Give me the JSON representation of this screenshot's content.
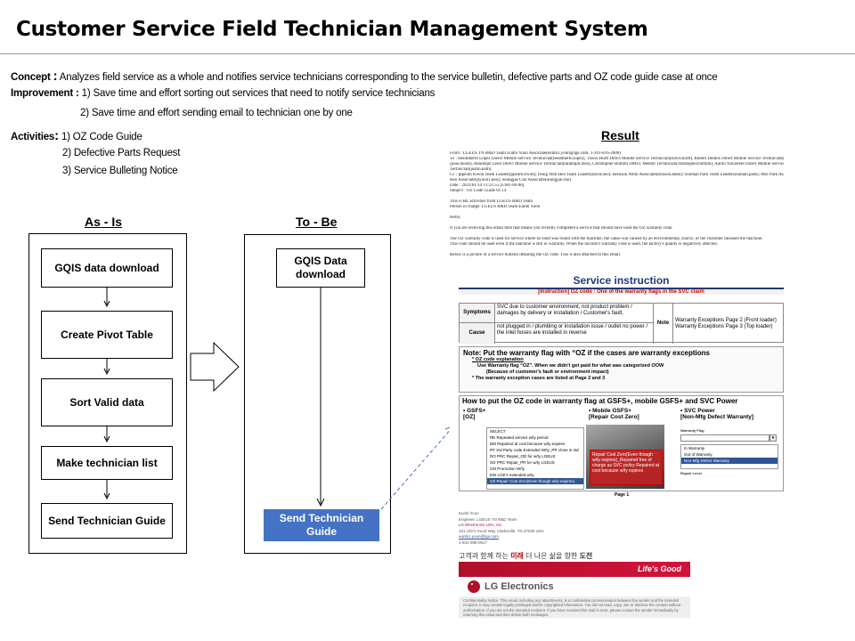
{
  "title": "Customer Service Field Technician Management System",
  "concept": {
    "label": "Concept",
    "colon": ":",
    "text": "Analyzes field service as a whole and notifies  service technicians  corresponding to the service bulletin,  defective  parts  and OZ code guide case at once"
  },
  "improvement": {
    "label": "Improvement",
    "colon": ":",
    "items": [
      "1) Save time  and effort  sorting out services  that  need to notify  service technicians",
      "2) Save time  and effort  sending email to technician  one by one"
    ]
  },
  "activities": {
    "label": "Activities",
    "colon": ":",
    "items": [
      "1) OZ Code Guide",
      "2) Defective  Parts Request",
      "3) Service Bulleting  Notice"
    ]
  },
  "as_is": {
    "heading": "As - Is",
    "steps": [
      "GQIS data download",
      "Create Pivot Table",
      "Sort Valid data",
      "Make technician list",
      "Send Technician  Guide"
    ]
  },
  "to_be": {
    "heading": "To - Be",
    "start": "GQIS Data download",
    "end": "Send Technician  Guide"
  },
  "result": {
    "heading": "Result",
    "email_lines": [
      "From : LGEUS TN R&D Team Eunbi Yoon Associate(eunbi1.yoon@lge.com, 1-201-816-2000)",
      "To : Heidilberto Lopez Direct Mobile Service Technician(heidilberto.lopez), Travis Hurtt Direct Mobile Service Technician(travis.hurtt), Robert Dedick Direct Mobile Service Technician(robert.dedick), Juan Duran Direct Mobile Service Technician",
      "(juan.duran), Randolph Leon Direct Mobile Service Technician(randolph.leon), Christopher Bottum DMST Mentor Technician(christopher.bottum), Aaron Navarrete Direct Mobile Service Technician(aaron.navarrete), Justin Koth Direct Mobile Service",
      "Technician(justin.koth)",
      "Cc : Ippeum Kwon Team Leader(ippeum.kwon); Dong Won Heo Team Leader(david.heo); Renison Abdo Associate(renison.abdo); Sooman Park Team Leader(sooman.park); Min Park Associate(min1.park); Russell Wilson Analyst(russell.wilson); Jiyoon",
      "Heo Associate(jiyoon1.heo); Seungjae Cho Associate(seungjae.cho)",
      "Date : 2022/01/14 13:21:55 [GMT-06:00]",
      "Subject : OZ Code Guide 01.14"
    ],
    "body_lines": [
      "This is RE activities from LGEUS R&D Team",
      "Person in charge: LGEUS R&D Team Eunbi Yoon",
      "Hello,",
      "If you are receiving this email then that means you recently completed a service that should have used the OZ warranty code.",
      "The OZ warranty code is used for service where no fault was found with the machine, the cause was caused by an environmental, source, or the customer misused the machine.",
      "This code should be used even if the machine is still in warranty. When the incorrect warranty code is used, the factory's quality is negatively affected.",
      "Below is a picture of a service bulletin detailing the OZ code. This is also attached to this email."
    ],
    "service_instruction": "Service instruction",
    "instruction_sub": "[Instruction] OZ code : One of the warranty flags in the SVC claim",
    "symptoms_label": "Symptoms",
    "symptoms_text": "SVC due to customer environment, not product problem / damages by delivery or installation / Customer's fault,",
    "cause_label": "Cause",
    "cause_text": "not plugged in / plumbing or installation issue / outlet no power / the inlet hoses are installed in reverse",
    "note_label": "Note",
    "note_text": "Warranty Exceptions Page 2 (Front loader) Warranty Exceptions Page 3 (Top loader)",
    "note_heading": "Note:  Put the warranty flag with “OZ if the cases are warranty exceptions",
    "note_lines": [
      "* OZ code explanation",
      "Use Warranty flag “OZ”. When we didn't get paid for what was categorized OOW",
      "(Because of customer's fault or environment impact)",
      "* The warranty exception cases are listed at Page 2 and 3"
    ],
    "howto_heading": "How to put the OZ code in warranty flag at GSFS+, mobile GSFS+ and SVC Power",
    "col1": [
      "• GSFS+",
      "[OZ]"
    ],
    "col2": [
      "• Mobile GSFS+",
      "[Repair Cost Zero]"
    ],
    "col3": [
      "• SVC Power",
      "[Non-Mfg Defect Warranty]"
    ],
    "warranty_flag_label": "Warranty Flag",
    "dropdown_options": [
      "In Warranty",
      "Out of Warranty",
      "Non-Mfg Defect Warranty"
    ],
    "repair_level_label": "Repair Level",
    "gsfs_options": [
      "SELECT",
      "RE  Repeated service w/ty period",
      "DM  Repaired at cost because w/ty expires",
      "RT  3rd Party code Extended W/ty_PR clone in std",
      "RO  PRC Repair_OD for w/ty LGEUS",
      "SO  PRC Repair_PR for w/ty LGEUS",
      "CM  Promotion W/ty",
      "EW  LGE's extended w/ty",
      "OZ  Repair Cost Zero(Even though w/ty expires)"
    ],
    "callout_text": "Repair Cost Zero(Even though w/ty expires)_Repaired free of charge as SVC policy Repaired at cost because w/ty expires",
    "page_label": "Page 1",
    "signature_lines": [
      "Eunbi Yoon",
      "Engineer, LGEUS TN R&D Team",
      "LG Electronics USA, Inc.",
      "101 Life's Good Way Clarksville, TN 37040 USA",
      "eunbi1.yoon@lge.com",
      "1-931-998-0617"
    ],
    "korean_pre": "고객과 함께 하는 ",
    "korean_mid": "미래",
    "korean_post": " 더 나은 삶을 향한 ",
    "korean_end": "도전",
    "slogan": "Life's Good",
    "brand": "LG Electronics",
    "confidentiality": "Confidentiality Notice: This email, including any attachments, is a confidential communication between the sender and the intended recipient. It may contain legally privileged and/or copyrighted information. You did not read, copy, use or disclose the content without authorization. If you are not the intended recipient. If you have received this mail in error, please contact the sender immediately by returning this email and then delete both messages."
  },
  "colors": {
    "accent_blue": "#4472c4",
    "lg_red": "#b0102c",
    "instruction_red": "#c00000",
    "heading_navy": "#1f3a7a"
  }
}
